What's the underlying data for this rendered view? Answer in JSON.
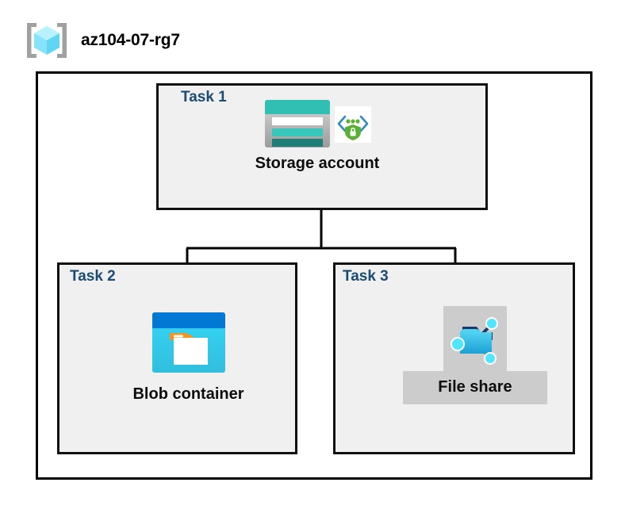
{
  "header": {
    "title": "az104-07-rg7",
    "icon": "azure-resource-group-icon"
  },
  "diagram": {
    "type": "azure-architecture",
    "container_label": "az104-07-rg7",
    "tasks": [
      {
        "id": "task1",
        "label": "Task 1",
        "node_label": "Storage account",
        "icons": [
          "storage-account-icon",
          "secure-endpoint-icon"
        ],
        "highlighted": false
      },
      {
        "id": "task2",
        "label": "Task 2",
        "node_label": "Blob container",
        "icons": [
          "blob-container-icon"
        ],
        "highlighted": false
      },
      {
        "id": "task3",
        "label": "Task 3",
        "node_label": "File share",
        "icons": [
          "file-share-icon"
        ],
        "highlighted": true
      }
    ],
    "connections": [
      {
        "from": "Storage account",
        "to": "Blob container"
      },
      {
        "from": "Storage account",
        "to": "File share"
      }
    ]
  },
  "colors": {
    "task_label": "#1b4b72",
    "task_box_fill": "#f0f0f0",
    "task_box_border": "#111111",
    "container_border": "#000000",
    "page_background": "#ffffff",
    "node_label": "#0d0d0d",
    "selection_highlight": "#cccccc",
    "storage_teal": "#32bfb3",
    "storage_teal_dark": "#1e7f78",
    "blob_blue": "#0078d4",
    "blob_cyan": "#32d4f5",
    "blob_orange": "#f7941e",
    "fileshare_blue": "#32bedd",
    "fileshare_node": "#50e6ff",
    "shield_green": "#5ab033",
    "rg_cube_cyan": "#9cebff",
    "rg_bracket_grey": "#a0a0a0"
  }
}
